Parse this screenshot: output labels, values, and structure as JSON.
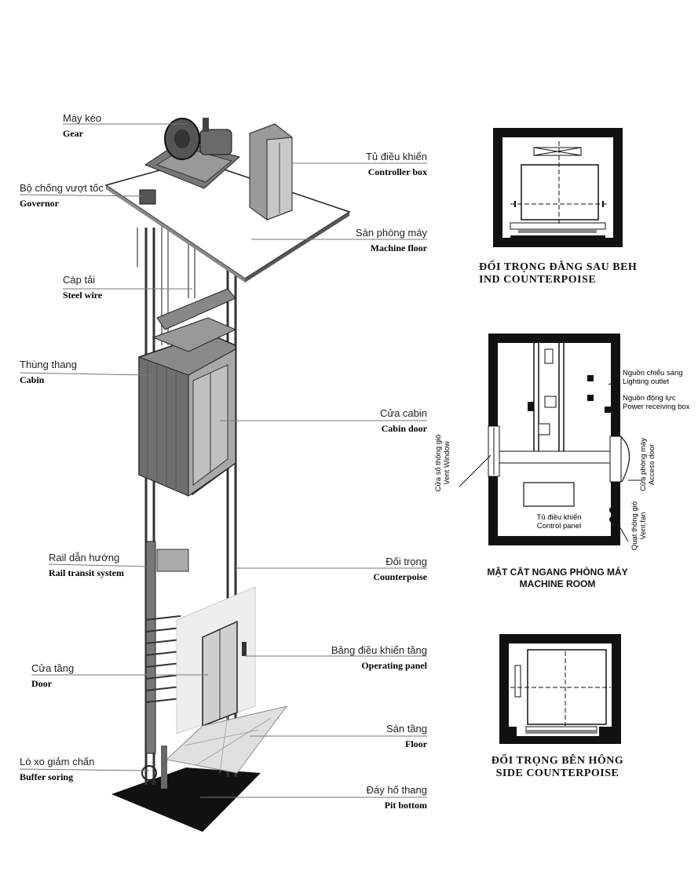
{
  "left_labels": [
    {
      "id": "gear",
      "vi": "Máy kéo",
      "en": "Gear"
    },
    {
      "id": "governor",
      "vi": "Bộ chống vượt tốc",
      "en": "Governor"
    },
    {
      "id": "steel-wire",
      "vi": "Cáp tải",
      "en": "Steel wire"
    },
    {
      "id": "cabin",
      "vi": "Thùng thang",
      "en": "Cabin"
    },
    {
      "id": "rail",
      "vi": "Rail dẫn hướng",
      "en": "Rail transit system"
    },
    {
      "id": "door",
      "vi": "Cửa tầng",
      "en": "Door"
    },
    {
      "id": "buffer",
      "vi": "Lò xo giảm chấn",
      "en": "Buffer soring"
    }
  ],
  "right_labels": [
    {
      "id": "controller",
      "vi": "Tủ điều khiển",
      "en": "Controller box"
    },
    {
      "id": "machine-floor",
      "vi": "Sàn phòng máy",
      "en": "Machine floor"
    },
    {
      "id": "cabin-door",
      "vi": "Cửa cabin",
      "en": "Cabin door"
    },
    {
      "id": "counterpoise",
      "vi": "Đối trọng",
      "en": "Counterpoise"
    },
    {
      "id": "operating-panel",
      "vi": "Bảng điều khiển tầng",
      "en": "Operating panel"
    },
    {
      "id": "floor",
      "vi": "Sàn tầng",
      "en": "Floor"
    },
    {
      "id": "pit",
      "vi": "Đáy hố thang",
      "en": "Pit bottom"
    }
  ],
  "plan_top": {
    "line1": "ĐỐI TRỌNG ĐẰNG SAU BEH",
    "line2": "IND COUNTERPOISE"
  },
  "machine_room": {
    "title_vi": "MẶT CẮT NGANG PHÒNG MÁY",
    "title_en": "MACHINE ROOM",
    "lighting_vi": "Nguồn chiếu sáng",
    "lighting_en": "Lighting outlet",
    "power_vi": "Nguồn động lực",
    "power_en": "Power receiving box",
    "vent_window_vi": "Cửa sổ thông gió",
    "vent_window_en": "Vent Window",
    "access_vi": "Cửa phòng máy",
    "access_en": "Access door",
    "vent_fan_vi": "Quạt thông gió",
    "vent_fan_en": "Vent.fan",
    "control_vi": "Tủ điều khiển",
    "control_en": "Control panel"
  },
  "plan_bottom": {
    "line1": "ĐỐI TRỌNG BÊN HÔNG",
    "line2": "SIDE COUNTERPOISE"
  }
}
